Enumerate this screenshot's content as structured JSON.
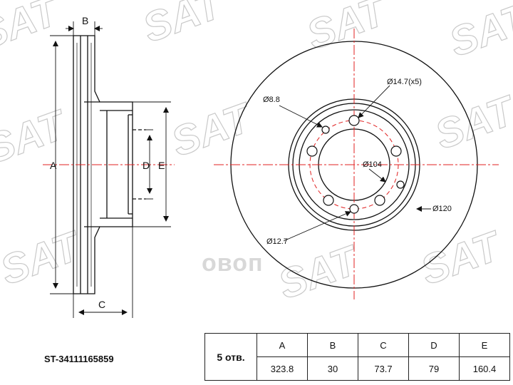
{
  "part_number": "ST-34111165859",
  "brand_overlay": "овоп",
  "watermark_text": "SAT",
  "side_view": {
    "label_a": "A",
    "label_b": "B",
    "label_c": "C",
    "label_d": "D",
    "label_e": "E"
  },
  "front_view": {
    "bolt_hole_label": "Ø14.7(x5)",
    "small_hole_label": "Ø8.8",
    "hub_label": "Ø104",
    "pcd_label": "Ø120",
    "pin_label": "Ø12.7"
  },
  "spec_table": {
    "holes_label": "5 отв.",
    "headers": [
      "A",
      "B",
      "C",
      "D",
      "E"
    ],
    "values": [
      "323.8",
      "30",
      "73.7",
      "79",
      "160.4"
    ]
  },
  "colors": {
    "line": "#111111",
    "centerline": "#e02020",
    "watermark": "#c9c9c9"
  }
}
